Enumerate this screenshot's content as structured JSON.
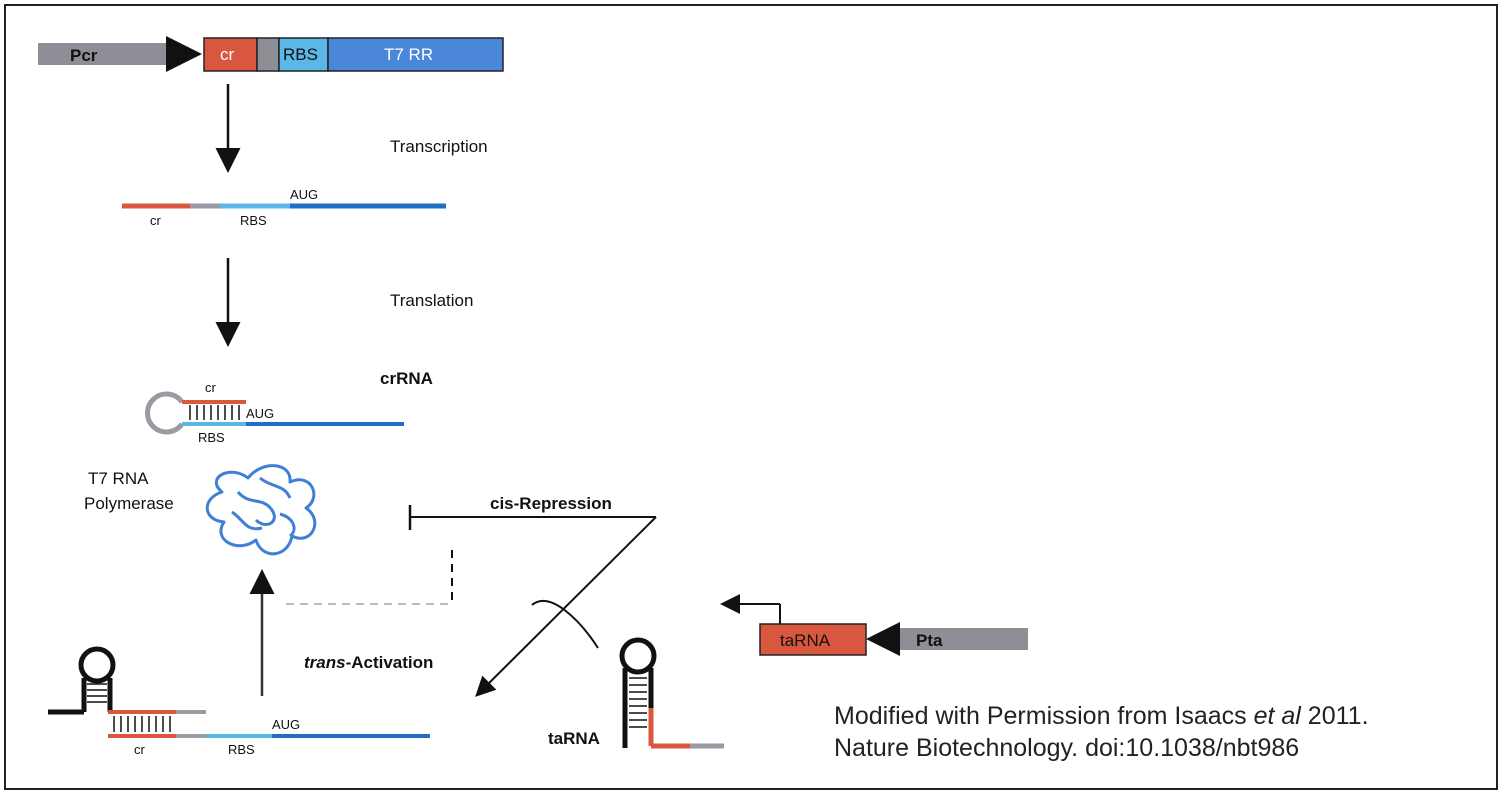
{
  "colors": {
    "red": "#d9573e",
    "light_blue": "#5bb8e6",
    "blue": "#4a86d9",
    "dark_blue": "#1f6fc9",
    "gray": "#8e8e96",
    "black": "#111111"
  },
  "gene": {
    "promoter": "Pcr",
    "cr": "cr",
    "rbs": "RBS",
    "t7rr": "T7 RR"
  },
  "steps": {
    "transcription": "Transcription",
    "translation": "Translation"
  },
  "mrna": {
    "cr": "cr",
    "rbs": "RBS",
    "aug": "AUG"
  },
  "crrna": {
    "title": "crRNA",
    "cr": "cr",
    "rbs": "RBS",
    "aug": "AUG"
  },
  "polymerase": {
    "line1": "T7 RNA",
    "line2": "Polymerase"
  },
  "regulation": {
    "cis_repression": "cis-Repression",
    "trans_italic": "trans",
    "activation": "-Activation"
  },
  "activated": {
    "cr": "cr",
    "rbs": "RBS",
    "aug": "AUG"
  },
  "tarna": {
    "label": "taRNA",
    "gene": "taRNA",
    "promoter": "Pta"
  },
  "credit": {
    "line1_a": "Modified with Permission from Isaacs ",
    "line1_b": "et al",
    "line1_c": " 2011.",
    "line2": "Nature Biotechnology. doi:10.1038/nbt986"
  }
}
